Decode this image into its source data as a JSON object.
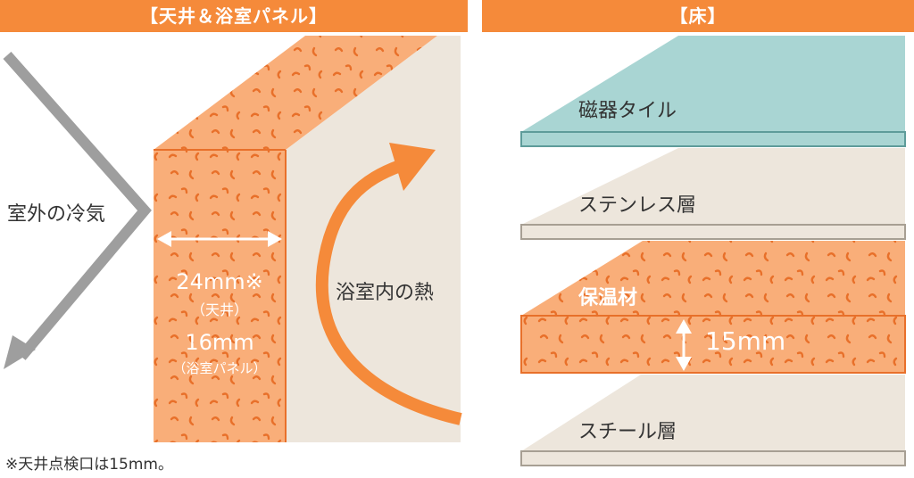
{
  "header_left": "【天井＆浴室パネル】",
  "header_right": "【床】",
  "labels": {
    "cold_air": "室外の冷気",
    "heat": "浴室内の熱",
    "ceiling_thickness": "24mm※",
    "ceiling_name": "（天井）",
    "panel_thickness": "16mm",
    "panel_name": "（浴室パネル）",
    "note": "※天井点検口は15mm。"
  },
  "floor_layers": [
    "磁器タイル",
    "ステンレス層",
    "保温材",
    "スチール層"
  ],
  "floor_thickness": "15mm",
  "colors": {
    "accent": "#F58A3A",
    "insulation": "#F9AE79",
    "insulation_speck": "#E8702A",
    "tile": "#A9D5D3",
    "tile_edge": "#7FBDBB",
    "steel": "#EDE6DC",
    "steel_edge": "#C8BFB2",
    "wall": "#EDE6DC",
    "arrow_gray": "#9E9E9E"
  }
}
